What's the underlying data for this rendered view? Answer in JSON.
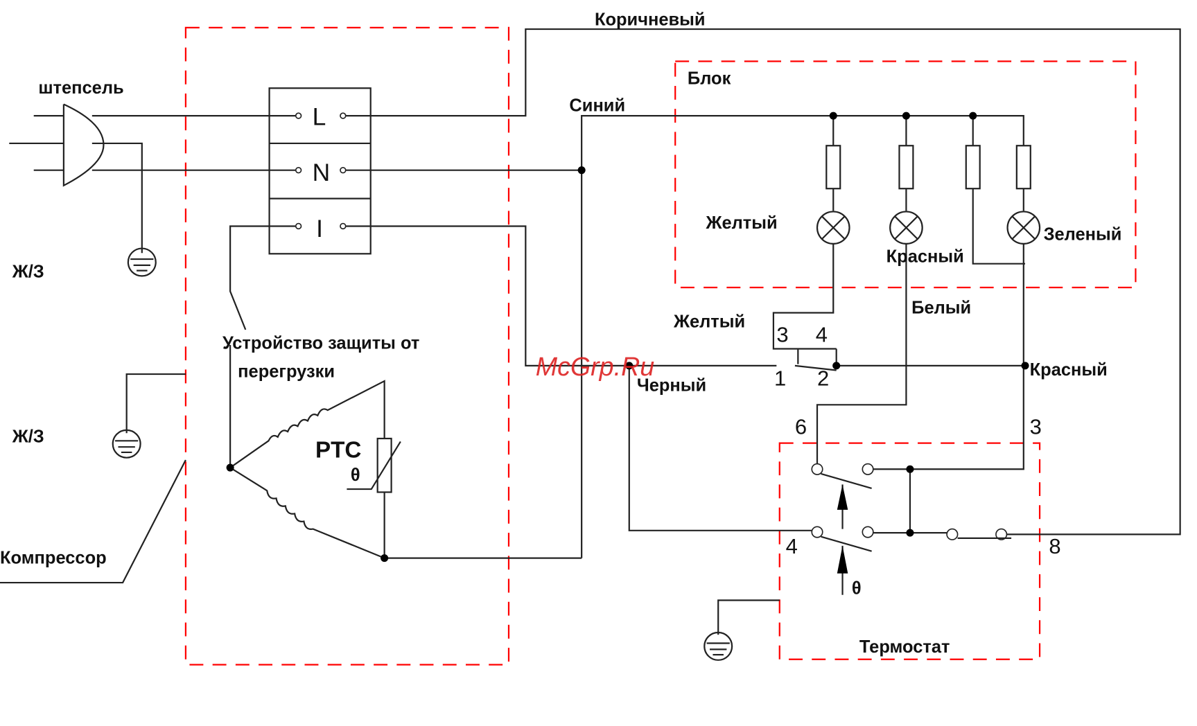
{
  "labels": {
    "brown": "Коричневый",
    "block": "Блок",
    "blue": "Синий",
    "plug": "штепсель",
    "ground1": "Ж/З",
    "ground2": "Ж/З",
    "yellow_lamp": "Желтый",
    "red_lamp": "Красный",
    "green_lamp": "Зеленый",
    "yellow_wire": "Желтый",
    "white_wire": "Белый",
    "black_wire": "Черный",
    "red_wire": "Красный",
    "overload_line1": "Устройство защиты от",
    "overload_line2": "перегрузки",
    "ptc": "PTC",
    "theta1": "θ",
    "theta2": "θ",
    "compressor": "Компрессор",
    "thermostat": "Термостат"
  },
  "terminals": {
    "L": "L",
    "N": "N",
    "I": "I"
  },
  "pins": {
    "p3": "3",
    "p4": "4",
    "p1": "1",
    "p2": "2",
    "t6": "6",
    "t3": "3",
    "t4": "4",
    "t8": "8"
  },
  "watermark": "McGrp.Ru",
  "colors": {
    "wire": "#222222",
    "boundary": "#ff0000",
    "watermark": "#dd2222"
  }
}
